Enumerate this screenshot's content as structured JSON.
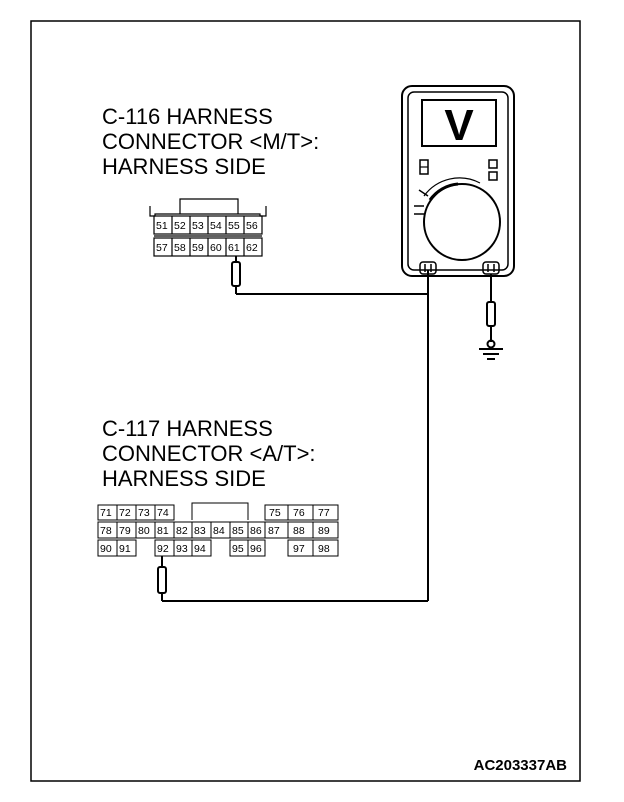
{
  "c116": {
    "line1": "C-116 HARNESS",
    "line2": "CONNECTOR <M/T>:",
    "line3": "HARNESS SIDE",
    "row1": [
      "51",
      "52",
      "53",
      "54",
      "55",
      "56"
    ],
    "row2": [
      "57",
      "58",
      "59",
      "60",
      "61",
      "62"
    ]
  },
  "c117": {
    "line1": "C-117 HARNESS",
    "line2": "CONNECTOR <A/T>:",
    "line3": "HARNESS SIDE",
    "row1": [
      "71",
      "72",
      "73",
      "74",
      "",
      "",
      "",
      "",
      "75",
      "76",
      "77"
    ],
    "row2": [
      "78",
      "79",
      "80",
      "81",
      "82",
      "83",
      "84",
      "85",
      "86",
      "87",
      "88",
      "89"
    ],
    "row3": [
      "90",
      "91",
      "",
      "92",
      "93",
      "94",
      "",
      "95",
      "96",
      "",
      "97",
      "98"
    ]
  },
  "meter": {
    "display_symbol": "V"
  },
  "figure_code": "AC203337AB"
}
